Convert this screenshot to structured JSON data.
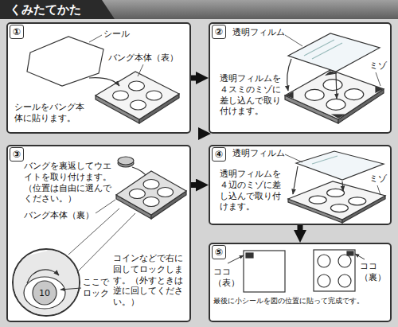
{
  "diagram": {
    "title": "くみたてかた",
    "nodes": [
      {
        "text": [
          "①",
          "シールをバング本体に貼ります。"
        ]
      },
      {
        "text": [
          "②",
          "透明フィルムを４スミのミゾに差し込んで取り付けます。"
        ]
      },
      {
        "text": [
          "③",
          "バングを裏返してウエイトを取り付けます。（位置は自由に選んでください。）",
          "コインなどで右に回してロックします。（外すときは逆に回してください。）"
        ]
      },
      {
        "text": [
          "④",
          "透明フィルムを４辺のミゾに差し込んで取り付けます。"
        ]
      },
      {
        "text": [
          "⑤",
          "最後に小シールを図の位置に貼って完成です。"
        ]
      }
    ],
    "edges": [
      {
        "from": 0,
        "to": 1,
        "arrow": "to"
      },
      {
        "from": 1,
        "to": 2,
        "arrow": "to"
      },
      {
        "from": 2,
        "to": 3,
        "arrow": "to"
      },
      {
        "from": 3,
        "to": 4,
        "arrow": "to"
      }
    ],
    "labels": [
      "シール",
      "バング本体（表）",
      "透明フィルム",
      "ミゾ",
      "バング本体（裏）",
      "10",
      "ここでロック",
      "透明フィルム",
      "ミゾ",
      "ココ（表）",
      "ココ（裏）"
    ]
  }
}
